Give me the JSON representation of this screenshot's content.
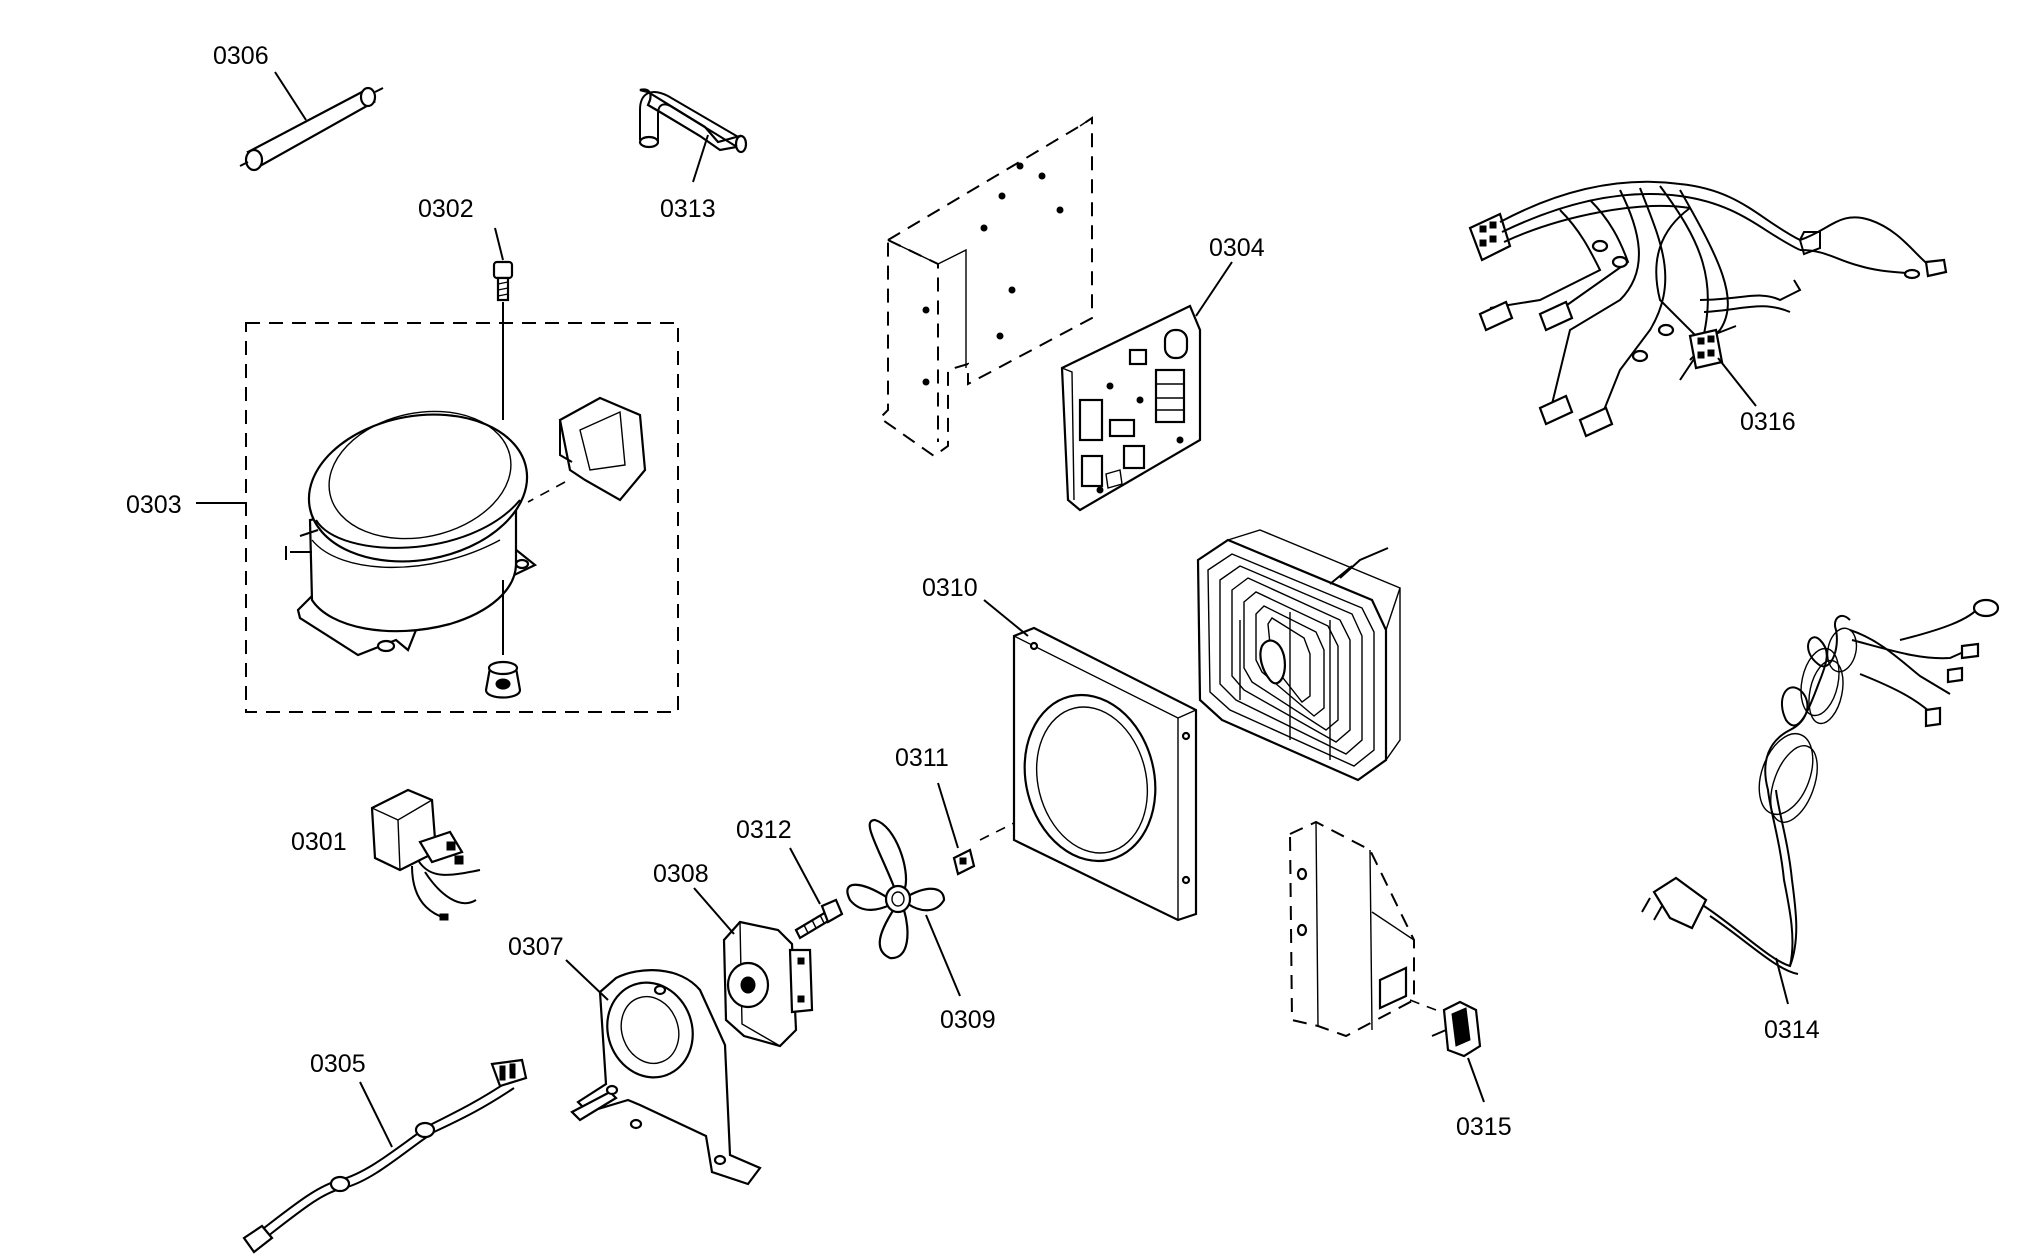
{
  "labels": {
    "p0301": "0301",
    "p0302": "0302",
    "p0303": "0303",
    "p0304": "0304",
    "p0305": "0305",
    "p0306": "0306",
    "p0307": "0307",
    "p0308": "0308",
    "p0309": "0309",
    "p0310": "0310",
    "p0311": "0311",
    "p0312": "0312",
    "p0313": "0313",
    "p0314": "0314",
    "p0315": "0315",
    "p0316": "0316"
  },
  "colors": {
    "line": "#000000",
    "background": "#ffffff"
  }
}
